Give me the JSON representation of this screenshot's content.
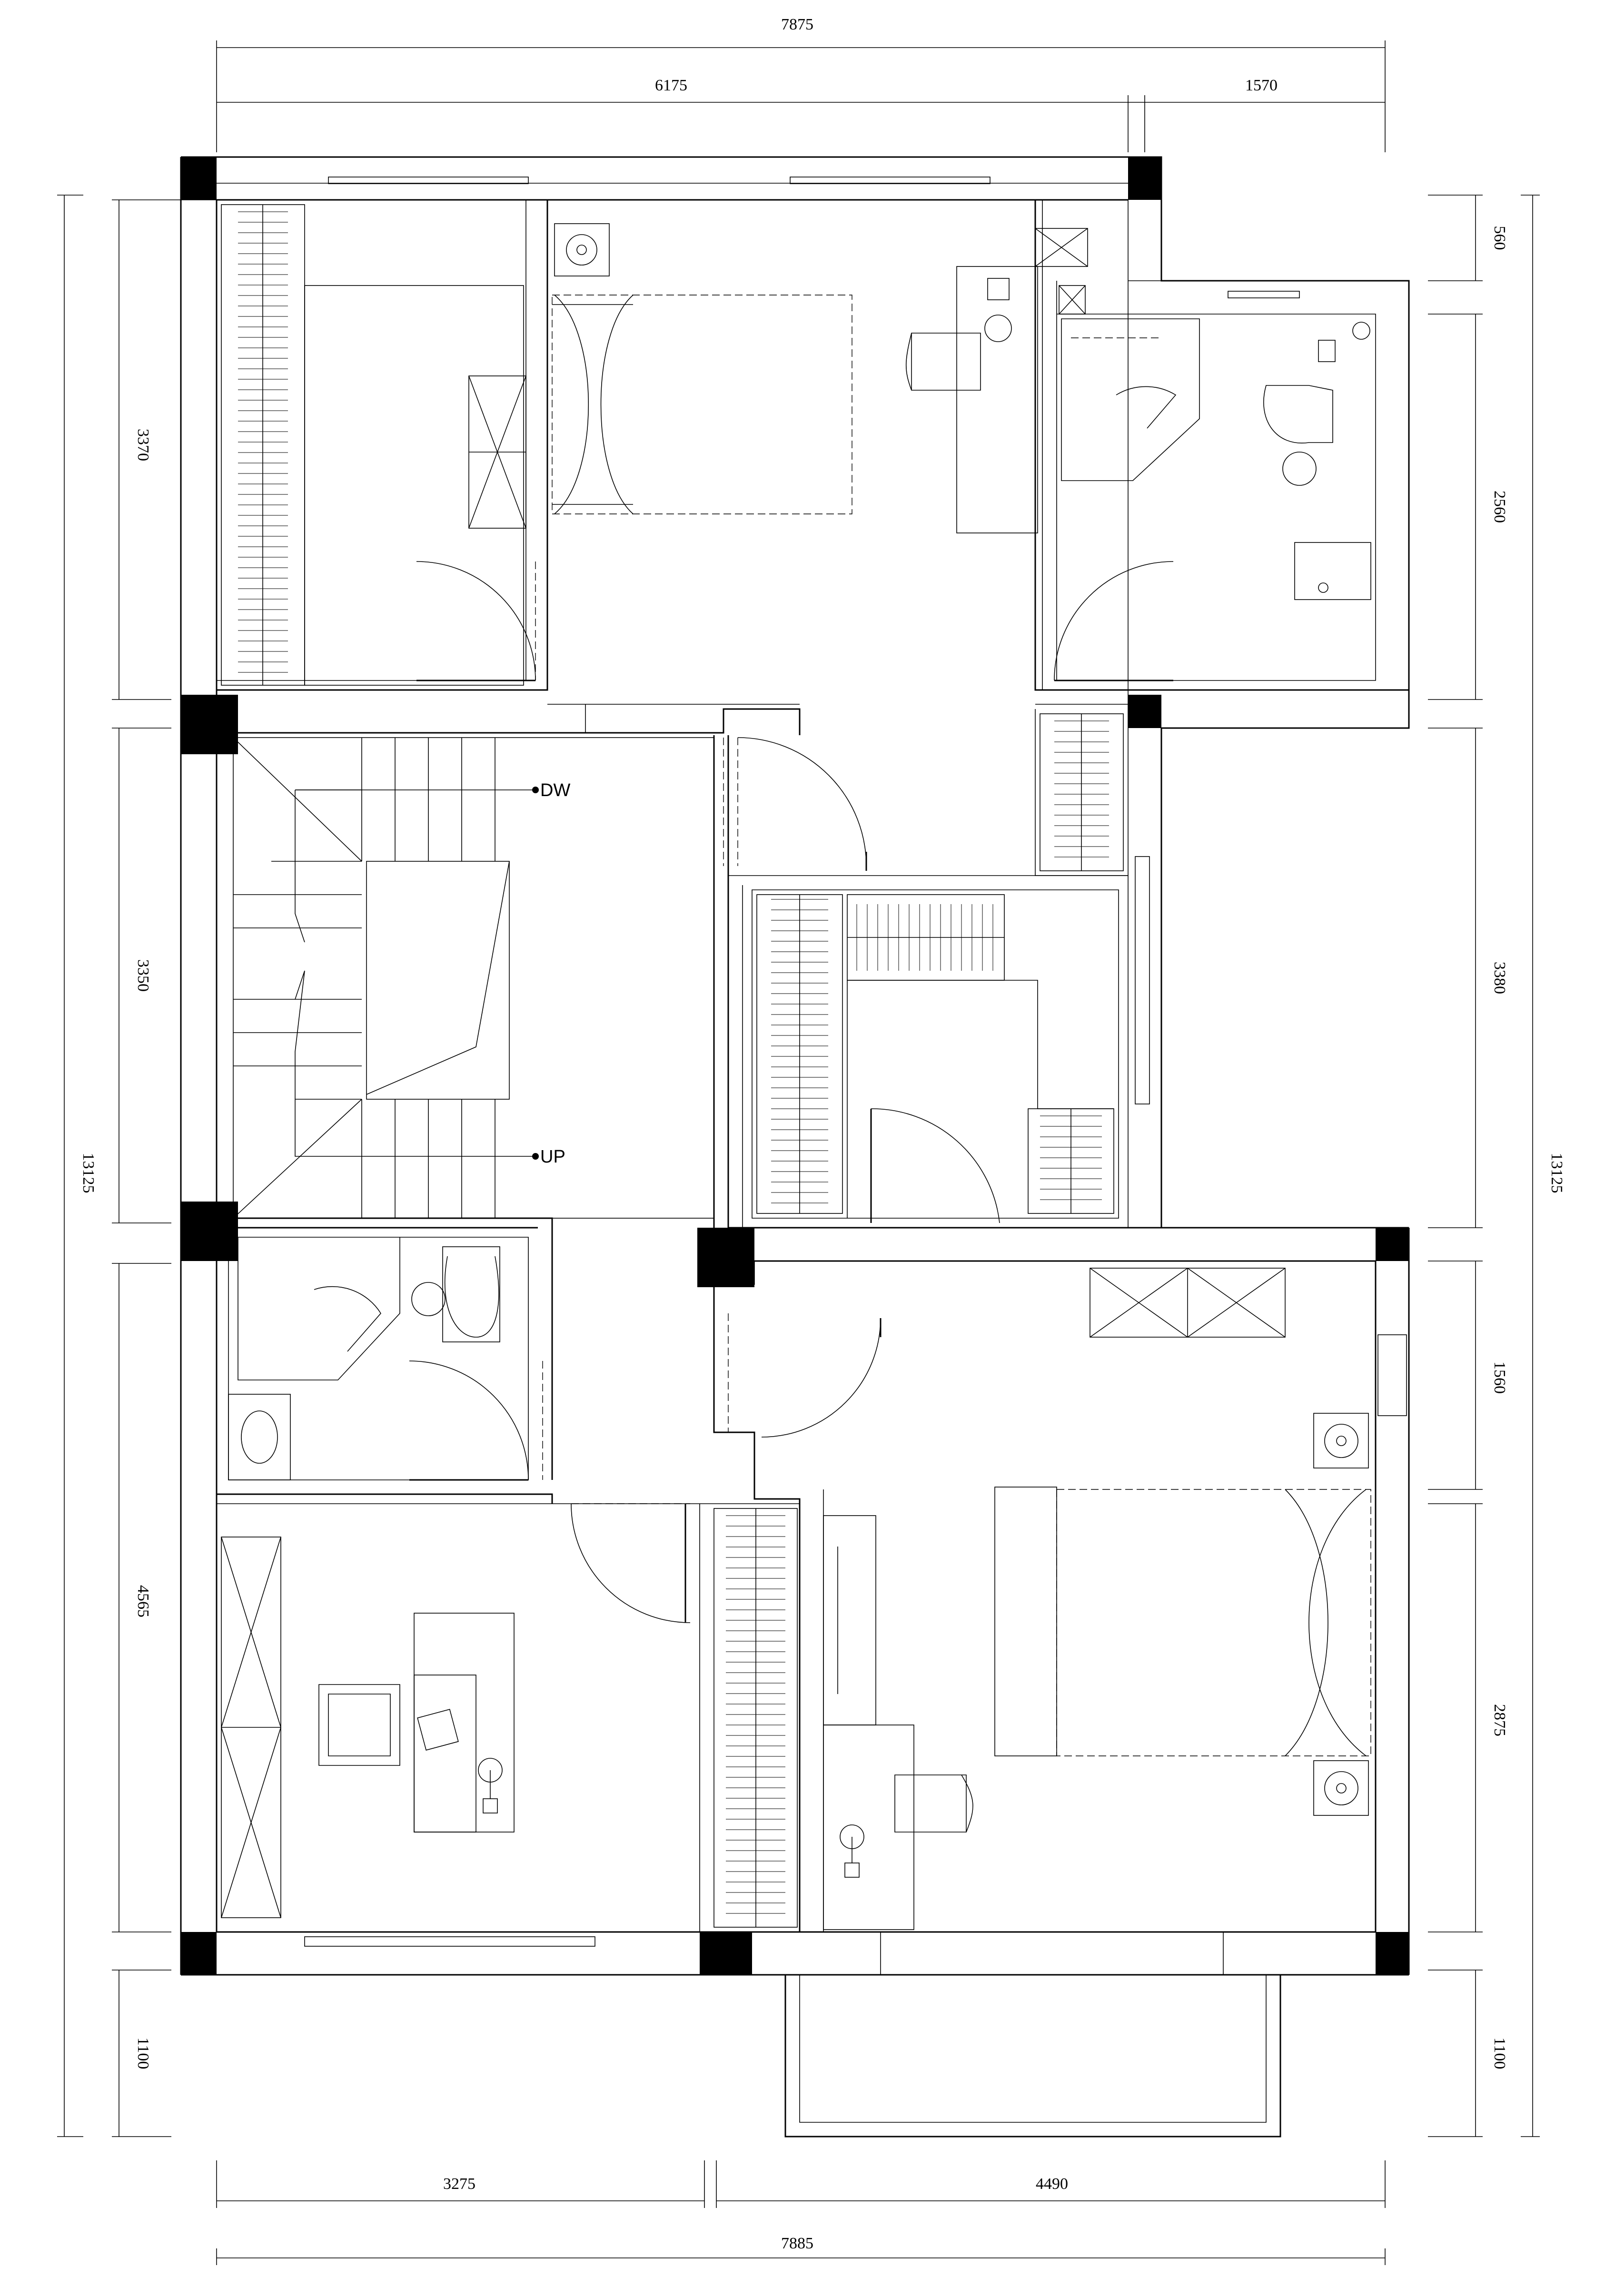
{
  "drawing": {
    "dimensions": {
      "top_overall": "7875",
      "top_left": "6175",
      "top_right": "1570",
      "left_1": "3370",
      "left_2": "3350",
      "left_3": "4565",
      "left_4": "1100",
      "left_total": "13125",
      "right_1": "560",
      "right_2": "2560",
      "right_3": "3380",
      "right_4": "1560",
      "right_5": "2875",
      "right_6": "1100",
      "right_total": "13125",
      "bottom_left": "3275",
      "bottom_right": "4490",
      "bottom_overall": "7885"
    },
    "stair_labels": {
      "down": "DW",
      "up": "UP"
    }
  }
}
